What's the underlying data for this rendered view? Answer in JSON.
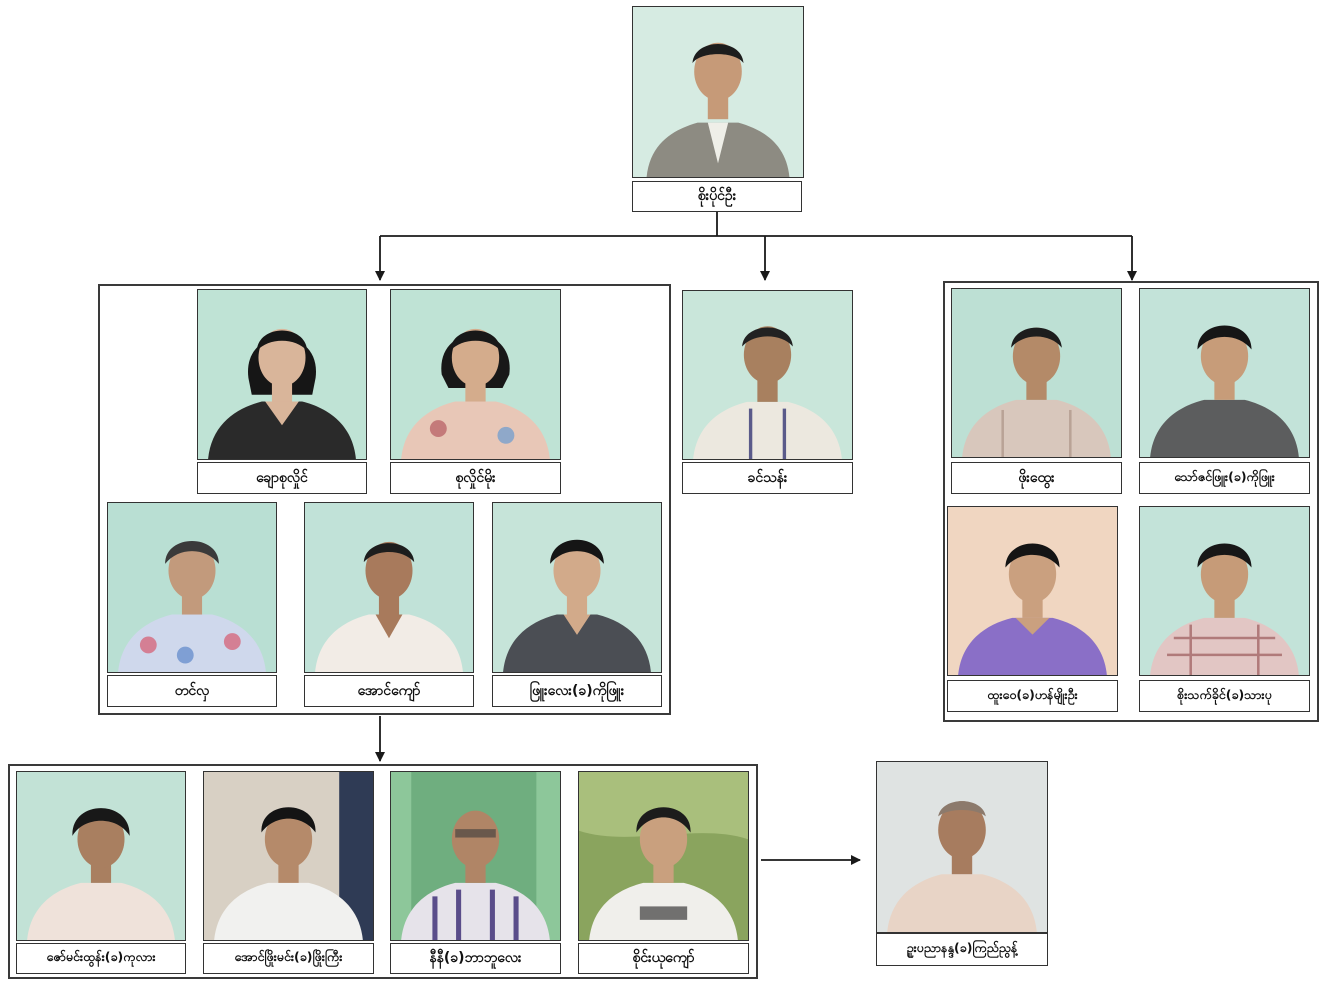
{
  "colors": {
    "line": "#1a1a1a",
    "border": "#333333",
    "wall_mint": "#bfe3d5",
    "wall_warm": "#f0d6c1"
  },
  "people": {
    "leader": {
      "name": "စိုးပိုင်ဦး",
      "icon": "portrait-photo"
    },
    "group1": {
      "p1": {
        "name": "ချောစုလှိုင်",
        "icon": "portrait-photo"
      },
      "p2": {
        "name": "စုလှိုင်မိုး",
        "icon": "portrait-photo"
      },
      "p3": {
        "name": "တင်လှ",
        "icon": "portrait-photo"
      },
      "p4": {
        "name": "အောင်ကျော်",
        "icon": "portrait-photo"
      },
      "p5": {
        "name": "ဖြူးလေး(ခ)ကိုဖြူး",
        "icon": "portrait-photo"
      }
    },
    "group2": {
      "p1": {
        "name": "ခင်သန်း",
        "icon": "portrait-photo"
      }
    },
    "group3": {
      "p1": {
        "name": "ဖိုးထွေး",
        "icon": "portrait-photo"
      },
      "p2": {
        "name": "သော်ဇင်ဖြူး(ခ)ကိုဖြူး",
        "icon": "portrait-photo"
      },
      "p3": {
        "name": "ထူးဝေ(ခ)ဟန်မျိုးဦး",
        "icon": "portrait-photo"
      },
      "p4": {
        "name": "စိုးသက်ခိုင်(ခ)သားပု",
        "icon": "portrait-photo"
      }
    },
    "group4": {
      "p1": {
        "name": "ဇော်မင်းထွန်း(ခ)ကုလား",
        "icon": "portrait-photo"
      },
      "p2": {
        "name": "အောင်ဖြိုးမင်း(ခ)ဖြိုးကြီး",
        "icon": "portrait-photo"
      },
      "p3": {
        "name": "နီနီ(ခ)ဘာဘူလေး",
        "icon": "portrait-photo"
      },
      "p4": {
        "name": "စိုင်းယုကျော်",
        "icon": "portrait-photo"
      }
    },
    "final": {
      "name": "ဉူးပညာနန္ဒ(ခ)ကြည်ညွန့်",
      "icon": "portrait-photo"
    }
  }
}
